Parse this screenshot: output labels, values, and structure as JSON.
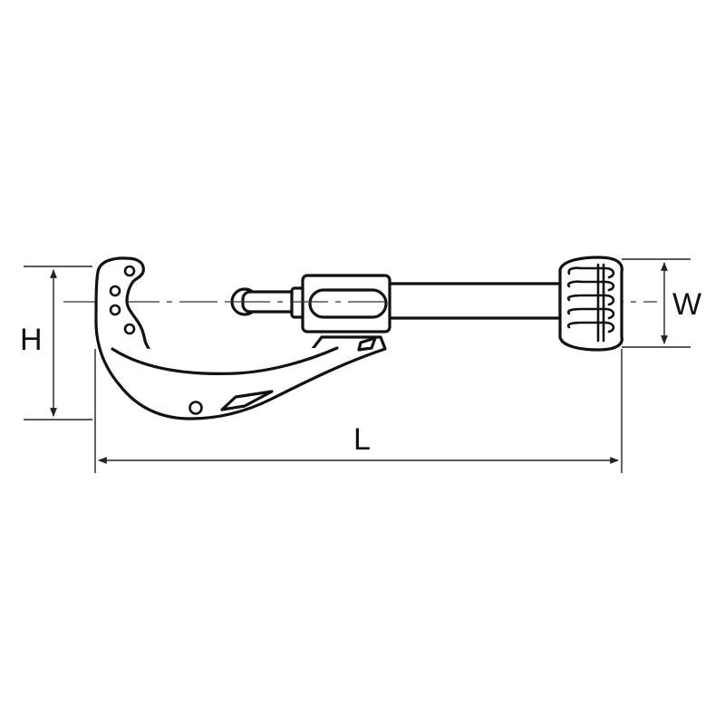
{
  "diagram": {
    "subject": "tube cutter",
    "colors": {
      "line": "#111111",
      "background": "#ffffff"
    },
    "dimensions": {
      "height_label": "H",
      "width_label": "W",
      "length_label": "L"
    },
    "parts": [
      "cutter-frame",
      "cutting-wheel-holes",
      "guide-rollers",
      "slider-block",
      "feed-screw-shaft",
      "knurled-knob"
    ]
  }
}
